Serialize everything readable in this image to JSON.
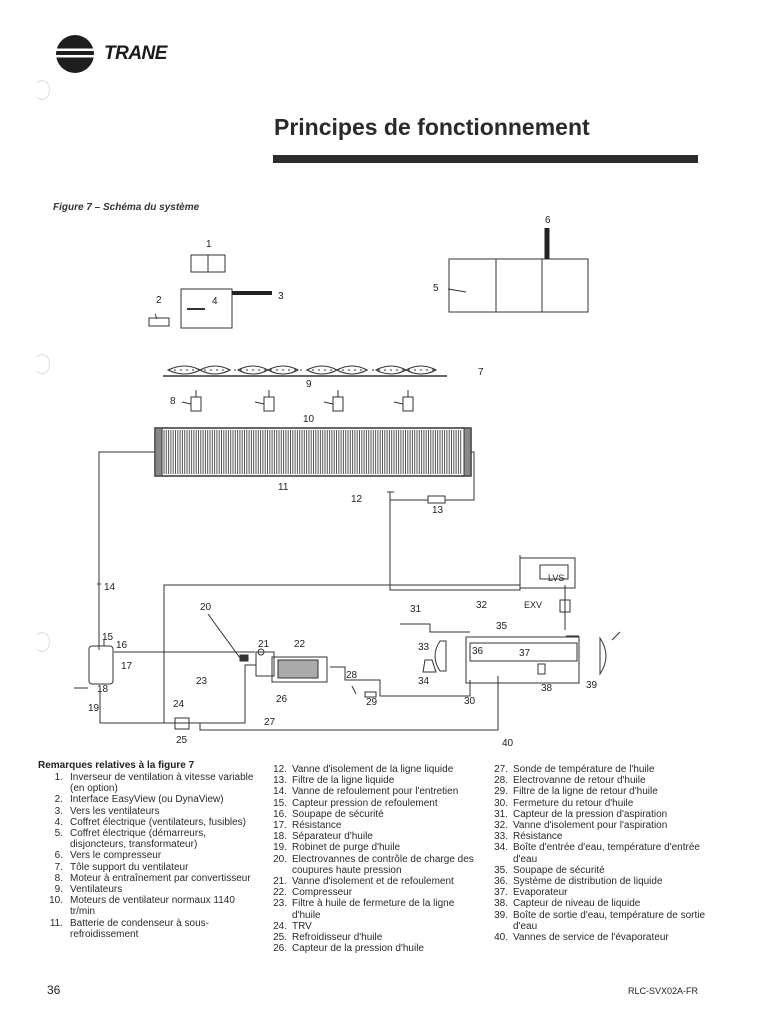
{
  "header": {
    "brand": "TRANE",
    "title": "Principes de fonctionnement"
  },
  "figure": {
    "caption": "Figure 7 – Schéma du système",
    "callouts": [
      "1",
      "2",
      "3",
      "4",
      "5",
      "6",
      "7",
      "8",
      "9",
      "10",
      "11",
      "12",
      "13",
      "14",
      "15",
      "16",
      "17",
      "18",
      "19",
      "20",
      "21",
      "22",
      "23",
      "24",
      "25",
      "26",
      "27",
      "28",
      "29",
      "30",
      "31",
      "32",
      "33",
      "34",
      "35",
      "36",
      "37",
      "38",
      "39",
      "40"
    ],
    "tags": {
      "lvs": "LVS",
      "exv": "EXV"
    }
  },
  "legend": {
    "title": "Remarques relatives à la figure 7",
    "col1": [
      {
        "num": "1.",
        "text": "Inverseur de ventilation à vitesse variable (en option)"
      },
      {
        "num": "2.",
        "text": "Interface EasyView (ou DynaView)"
      },
      {
        "num": "3.",
        "text": "Vers les ventilateurs"
      },
      {
        "num": "4.",
        "text": "Coffret électrique (ventilateurs, fusibles)"
      },
      {
        "num": "5.",
        "text": "Coffret électrique (démarreurs, disjoncteurs, transformateur)"
      },
      {
        "num": "6.",
        "text": "Vers le compresseur"
      },
      {
        "num": "7.",
        "text": "Tôle support du ventilateur"
      },
      {
        "num": "8.",
        "text": "Moteur à entraînement par convertisseur"
      },
      {
        "num": "9.",
        "text": "Ventilateurs"
      },
      {
        "num": "10.",
        "text": "Moteurs de ventilateur normaux 1140 tr/min"
      },
      {
        "num": "11.",
        "text": "Batterie de condenseur à sous-refroidissement"
      }
    ],
    "col2": [
      {
        "num": "12.",
        "text": "Vanne d'isolement de la ligne liquide"
      },
      {
        "num": "13.",
        "text": "Filtre de la ligne liquide"
      },
      {
        "num": "14.",
        "text": "Vanne de refoulement pour l'entretien"
      },
      {
        "num": "15.",
        "text": "Capteur pression de refoulement"
      },
      {
        "num": "16.",
        "text": "Soupape de sécurité"
      },
      {
        "num": "17.",
        "text": "Résistance"
      },
      {
        "num": "18.",
        "text": "Séparateur d'huile"
      },
      {
        "num": "19.",
        "text": "Robinet de purge d'huile"
      },
      {
        "num": "20.",
        "text": "Electrovannes de contrôle de charge des coupures haute pression"
      },
      {
        "num": "21.",
        "text": "Vanne d'isolement et de refoulement"
      },
      {
        "num": "22.",
        "text": "Compresseur"
      },
      {
        "num": "23.",
        "text": "Filtre à huile de fermeture de la ligne d'huile"
      },
      {
        "num": "24.",
        "text": "TRV"
      },
      {
        "num": "25.",
        "text": "Refroidisseur d'huile"
      },
      {
        "num": "26.",
        "text": "Capteur de la pression d'huile"
      }
    ],
    "col3": [
      {
        "num": "27.",
        "text": "Sonde de température de l'huile"
      },
      {
        "num": "28.",
        "text": "Electrovanne de retour d'huile"
      },
      {
        "num": "29.",
        "text": "Filtre de la ligne de retour d'huile"
      },
      {
        "num": "30.",
        "text": "Fermeture du retour d'huile"
      },
      {
        "num": "31.",
        "text": "Capteur de la pression d'aspiration"
      },
      {
        "num": "32.",
        "text": "Vanne d'isolement pour l'aspiration"
      },
      {
        "num": "33.",
        "text": "Résistance"
      },
      {
        "num": "34.",
        "text": "Boîte d'entrée d'eau, température d'entrée d'eau"
      },
      {
        "num": "35.",
        "text": "Soupape de sécurité"
      },
      {
        "num": "36.",
        "text": "Système de distribution de liquide"
      },
      {
        "num": "37.",
        "text": "Evaporateur"
      },
      {
        "num": "38.",
        "text": "Capteur de niveau de liquide"
      },
      {
        "num": "39.",
        "text": "Boîte de sortie d'eau, température de sortie d'eau"
      },
      {
        "num": "40.",
        "text": "Vannes de service de l'évaporateur"
      }
    ]
  },
  "footer": {
    "page_number": "36",
    "doc_code": "RLC-SVX02A-FR"
  }
}
